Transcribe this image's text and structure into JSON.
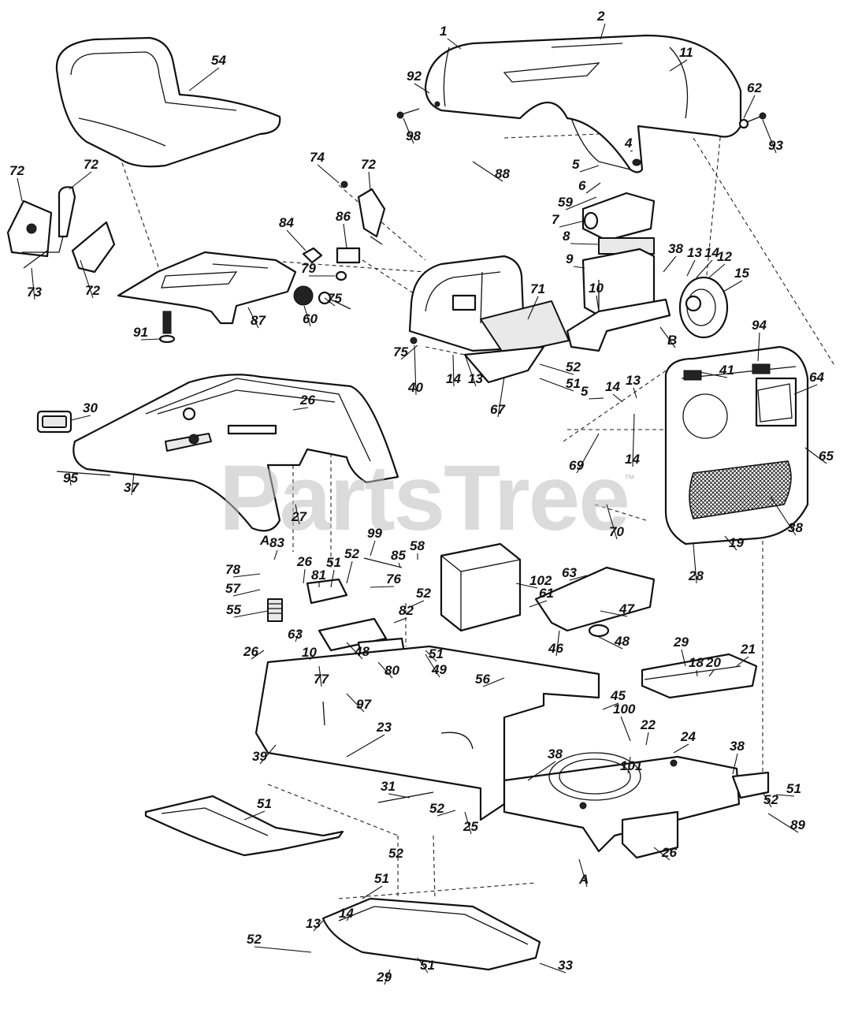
{
  "watermark": {
    "text": "PartsTree",
    "trademark": "™"
  },
  "callouts": [
    {
      "label": "1"
    },
    {
      "label": "2"
    },
    {
      "label": "11"
    },
    {
      "label": "92"
    },
    {
      "label": "62"
    },
    {
      "label": "98"
    },
    {
      "label": "93"
    },
    {
      "label": "4"
    },
    {
      "label": "5"
    },
    {
      "label": "6"
    },
    {
      "label": "59"
    },
    {
      "label": "7"
    },
    {
      "label": "88"
    },
    {
      "label": "8"
    },
    {
      "label": "9"
    },
    {
      "label": "38"
    },
    {
      "label": "13"
    },
    {
      "label": "14"
    },
    {
      "label": "12"
    },
    {
      "label": "15"
    },
    {
      "label": "10"
    },
    {
      "label": "B"
    },
    {
      "label": "54"
    },
    {
      "label": "72"
    },
    {
      "label": "72"
    },
    {
      "label": "73"
    },
    {
      "label": "72"
    },
    {
      "label": "74"
    },
    {
      "label": "72"
    },
    {
      "label": "84"
    },
    {
      "label": "86"
    },
    {
      "label": "79"
    },
    {
      "label": "75"
    },
    {
      "label": "60"
    },
    {
      "label": "87"
    },
    {
      "label": "91"
    },
    {
      "label": "71"
    },
    {
      "label": "75"
    },
    {
      "label": "40"
    },
    {
      "label": "14"
    },
    {
      "label": "13"
    },
    {
      "label": "52"
    },
    {
      "label": "51"
    },
    {
      "label": "67"
    },
    {
      "label": "94"
    },
    {
      "label": "41"
    },
    {
      "label": "64"
    },
    {
      "label": "5"
    },
    {
      "label": "14"
    },
    {
      "label": "13"
    },
    {
      "label": "65"
    },
    {
      "label": "69"
    },
    {
      "label": "14"
    },
    {
      "label": "70"
    },
    {
      "label": "38"
    },
    {
      "label": "28"
    },
    {
      "label": "19"
    },
    {
      "label": "30"
    },
    {
      "label": "26"
    },
    {
      "label": "95"
    },
    {
      "label": "37"
    },
    {
      "label": "27"
    },
    {
      "label": "A"
    },
    {
      "label": "83"
    },
    {
      "label": "78"
    },
    {
      "label": "57"
    },
    {
      "label": "55"
    },
    {
      "label": "26"
    },
    {
      "label": "81"
    },
    {
      "label": "51"
    },
    {
      "label": "52"
    },
    {
      "label": "99"
    },
    {
      "label": "85"
    },
    {
      "label": "58"
    },
    {
      "label": "76"
    },
    {
      "label": "102"
    },
    {
      "label": "63"
    },
    {
      "label": "61"
    },
    {
      "label": "52"
    },
    {
      "label": "82"
    },
    {
      "label": "63"
    },
    {
      "label": "10"
    },
    {
      "label": "51"
    },
    {
      "label": "47"
    },
    {
      "label": "46"
    },
    {
      "label": "48"
    },
    {
      "label": "26"
    },
    {
      "label": "77"
    },
    {
      "label": "48"
    },
    {
      "label": "80"
    },
    {
      "label": "49"
    },
    {
      "label": "56"
    },
    {
      "label": "97"
    },
    {
      "label": "29"
    },
    {
      "label": "18"
    },
    {
      "label": "20"
    },
    {
      "label": "21"
    },
    {
      "label": "45"
    },
    {
      "label": "100"
    },
    {
      "label": "22"
    },
    {
      "label": "101"
    },
    {
      "label": "24"
    },
    {
      "label": "38"
    },
    {
      "label": "39"
    },
    {
      "label": "23"
    },
    {
      "label": "38"
    },
    {
      "label": "52"
    },
    {
      "label": "51"
    },
    {
      "label": "89"
    },
    {
      "label": "31"
    },
    {
      "label": "51"
    },
    {
      "label": "52"
    },
    {
      "label": "25"
    },
    {
      "label": "26"
    },
    {
      "label": "A"
    },
    {
      "label": "52"
    },
    {
      "label": "51"
    },
    {
      "label": "14"
    },
    {
      "label": "13"
    },
    {
      "label": "52"
    },
    {
      "label": "33"
    },
    {
      "label": "29"
    },
    {
      "label": "51"
    }
  ]
}
